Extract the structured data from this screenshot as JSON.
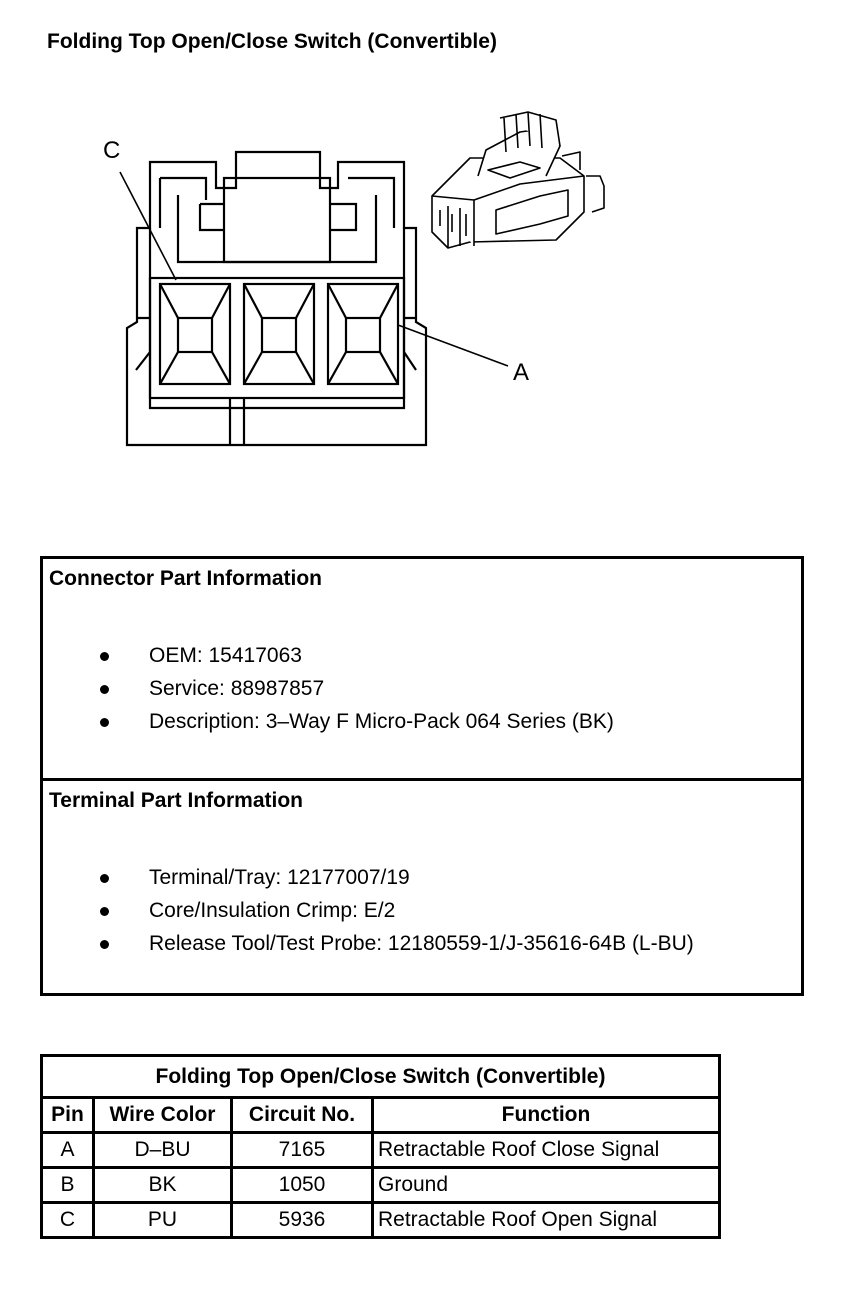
{
  "page": {
    "title": "Folding Top Open/Close Switch (Convertible)"
  },
  "diagram": {
    "callout_c": "C",
    "callout_a": "A"
  },
  "connector_info": {
    "heading": "Connector Part Information",
    "items": [
      "OEM: 15417063",
      "Service: 88987857",
      "Description: 3–Way F Micro-Pack 064 Series (BK)"
    ]
  },
  "terminal_info": {
    "heading": "Terminal Part Information",
    "items": [
      "Terminal/Tray: 12177007/19",
      "Core/Insulation Crimp: E/2",
      "Release Tool/Test Probe: 12180559-1/J-35616-64B (L-BU)"
    ]
  },
  "pinout_table": {
    "caption": "Folding Top Open/Close Switch (Convertible)",
    "headers": [
      "Pin",
      "Wire Color",
      "Circuit No.",
      "Function"
    ],
    "rows": [
      [
        "A",
        "D–BU",
        "7165",
        "Retractable Roof Close Signal"
      ],
      [
        "B",
        "BK",
        "1050",
        "Ground"
      ],
      [
        "C",
        "PU",
        "5936",
        "Retractable Roof Open Signal"
      ]
    ]
  }
}
